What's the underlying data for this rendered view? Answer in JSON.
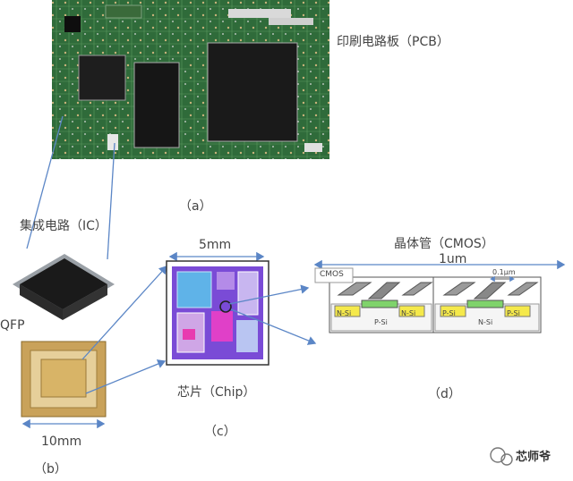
{
  "labels": {
    "pcb": "印刷电路板（PCB）",
    "a": "（a）",
    "ic": "集成电路（IC）",
    "qfp": "QFP",
    "ten_mm": "10mm",
    "b": "（b）",
    "five_mm": "5mm",
    "chip": "芯片（Chip）",
    "c": "（c）",
    "cmos_title": "晶体管（CMOS）",
    "one_um": "1um",
    "cmos_box": "CMOS",
    "d": "（d）",
    "point1um": "0.1μm"
  },
  "cmos_regions": [
    "N-Si",
    "P-Si",
    "N-Si",
    "P-Si",
    "N-Si",
    "P-Si"
  ],
  "watermark": "芯师爷",
  "colors": {
    "pcb_green": "#2f6b3a",
    "chip_purple": "#7a4bd6",
    "arrow_blue": "#5b86c6",
    "gold": "#c9a25a"
  }
}
